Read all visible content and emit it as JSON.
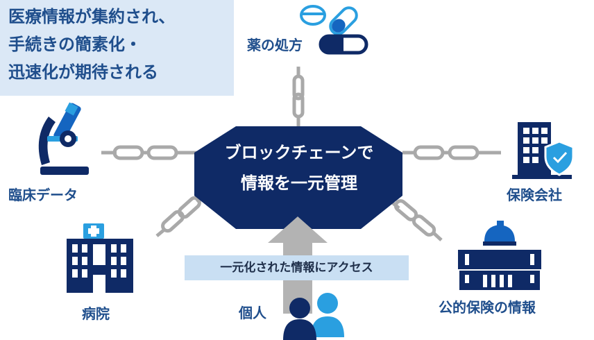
{
  "callout": {
    "lines": [
      "医療情報が集約され、",
      "手続きの簡素化・",
      "迅速化が期待される"
    ]
  },
  "center": {
    "lines": [
      "ブロックチェーンで",
      "情報を一元管理"
    ]
  },
  "nodes": {
    "prescription": "薬の処方",
    "clinical": "臨床データ",
    "insurance": "保険会社",
    "hospital": "病院",
    "public": "公的保険の情報",
    "individual": "個人"
  },
  "access_banner": "一元化された情報にアクセス",
  "colors": {
    "navy": "#0f2a66",
    "blue": "#1565c0",
    "light_blue": "#2a9fe0",
    "chain": "#a9a9a9",
    "arrow": "#b3b3b3",
    "callout_bg": "#dbe8f6",
    "banner_bg": "#c9dff3",
    "text": "#1f4e8c"
  }
}
